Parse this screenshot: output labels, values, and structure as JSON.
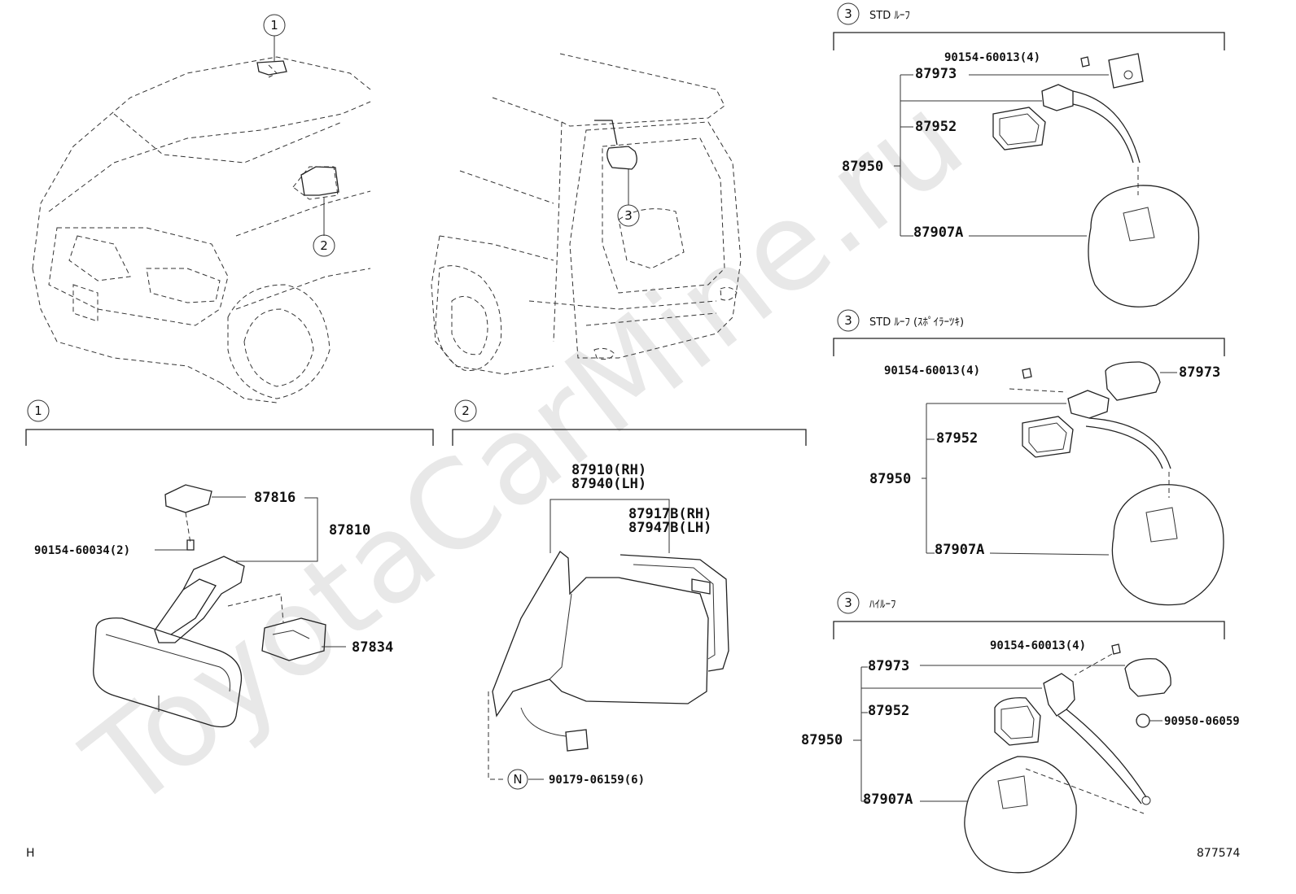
{
  "watermark": "ToyotaCarMine.ru",
  "callouts": {
    "c1": "1",
    "c2": "2",
    "c3": "3",
    "n": "N"
  },
  "section1": {
    "p87816": "87816",
    "p87810": "87810",
    "p90154_60034": "90154-60034(2)",
    "p87834": "87834"
  },
  "section2": {
    "p87910": "87910(RH)",
    "p87940": "87940(LH)",
    "p87917B": "87917B(RH)",
    "p87947B": "87947B(LH)",
    "p90179": "90179-06159(6)"
  },
  "section3a": {
    "caption": "STD ﾙｰﾌ",
    "p90154": "90154-60013(4)",
    "p87973": "87973",
    "p87952": "87952",
    "p87950": "87950",
    "p87907A": "87907A"
  },
  "section3b": {
    "caption": "STD ﾙｰﾌ (ｽﾎﾟｲﾗｰﾂｷ)",
    "p90154": "90154-60013(4)",
    "p87973": "87973",
    "p87952": "87952",
    "p87950": "87950",
    "p87907A": "87907A"
  },
  "section3c": {
    "caption": "ﾊｲﾙｰﾌ",
    "p90154": "90154-60013(4)",
    "p87973": "87973",
    "p87952": "87952",
    "p87950": "87950",
    "p87907A": "87907A",
    "p90950": "90950-06059"
  },
  "footer": {
    "left": "H",
    "right": "877574"
  }
}
